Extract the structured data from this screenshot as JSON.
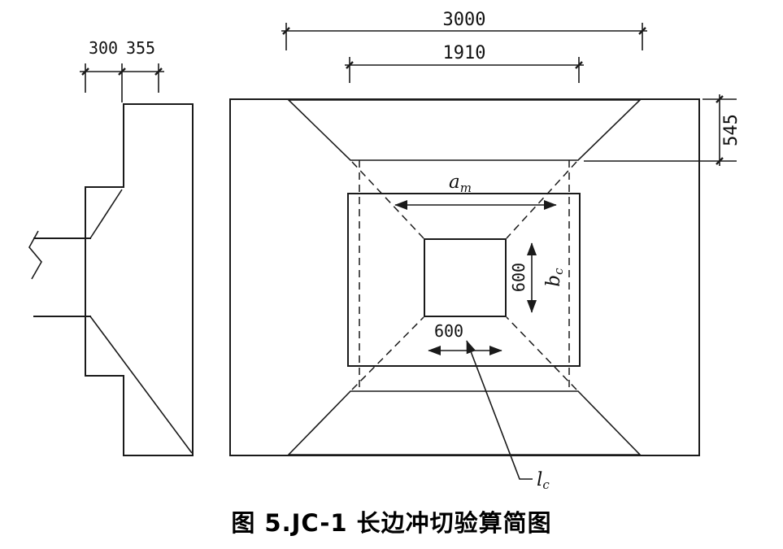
{
  "caption": "图 5.JC-1 长边冲切验算简图",
  "colors": {
    "line": "#1a1a1a",
    "background": "#ffffff"
  },
  "section_view": {
    "dims": {
      "step_width": "300",
      "base_width": "355"
    }
  },
  "plan_view": {
    "dims": {
      "overall_width": "3000",
      "punch_top_width": "1910",
      "edge_offset": "545",
      "column_width": "600",
      "column_height": "600"
    },
    "labels": {
      "am_main": "a",
      "am_sub": "m",
      "bc_main": "b",
      "bc_sub": "c",
      "lc_main": "l",
      "lc_sub": "c"
    }
  }
}
